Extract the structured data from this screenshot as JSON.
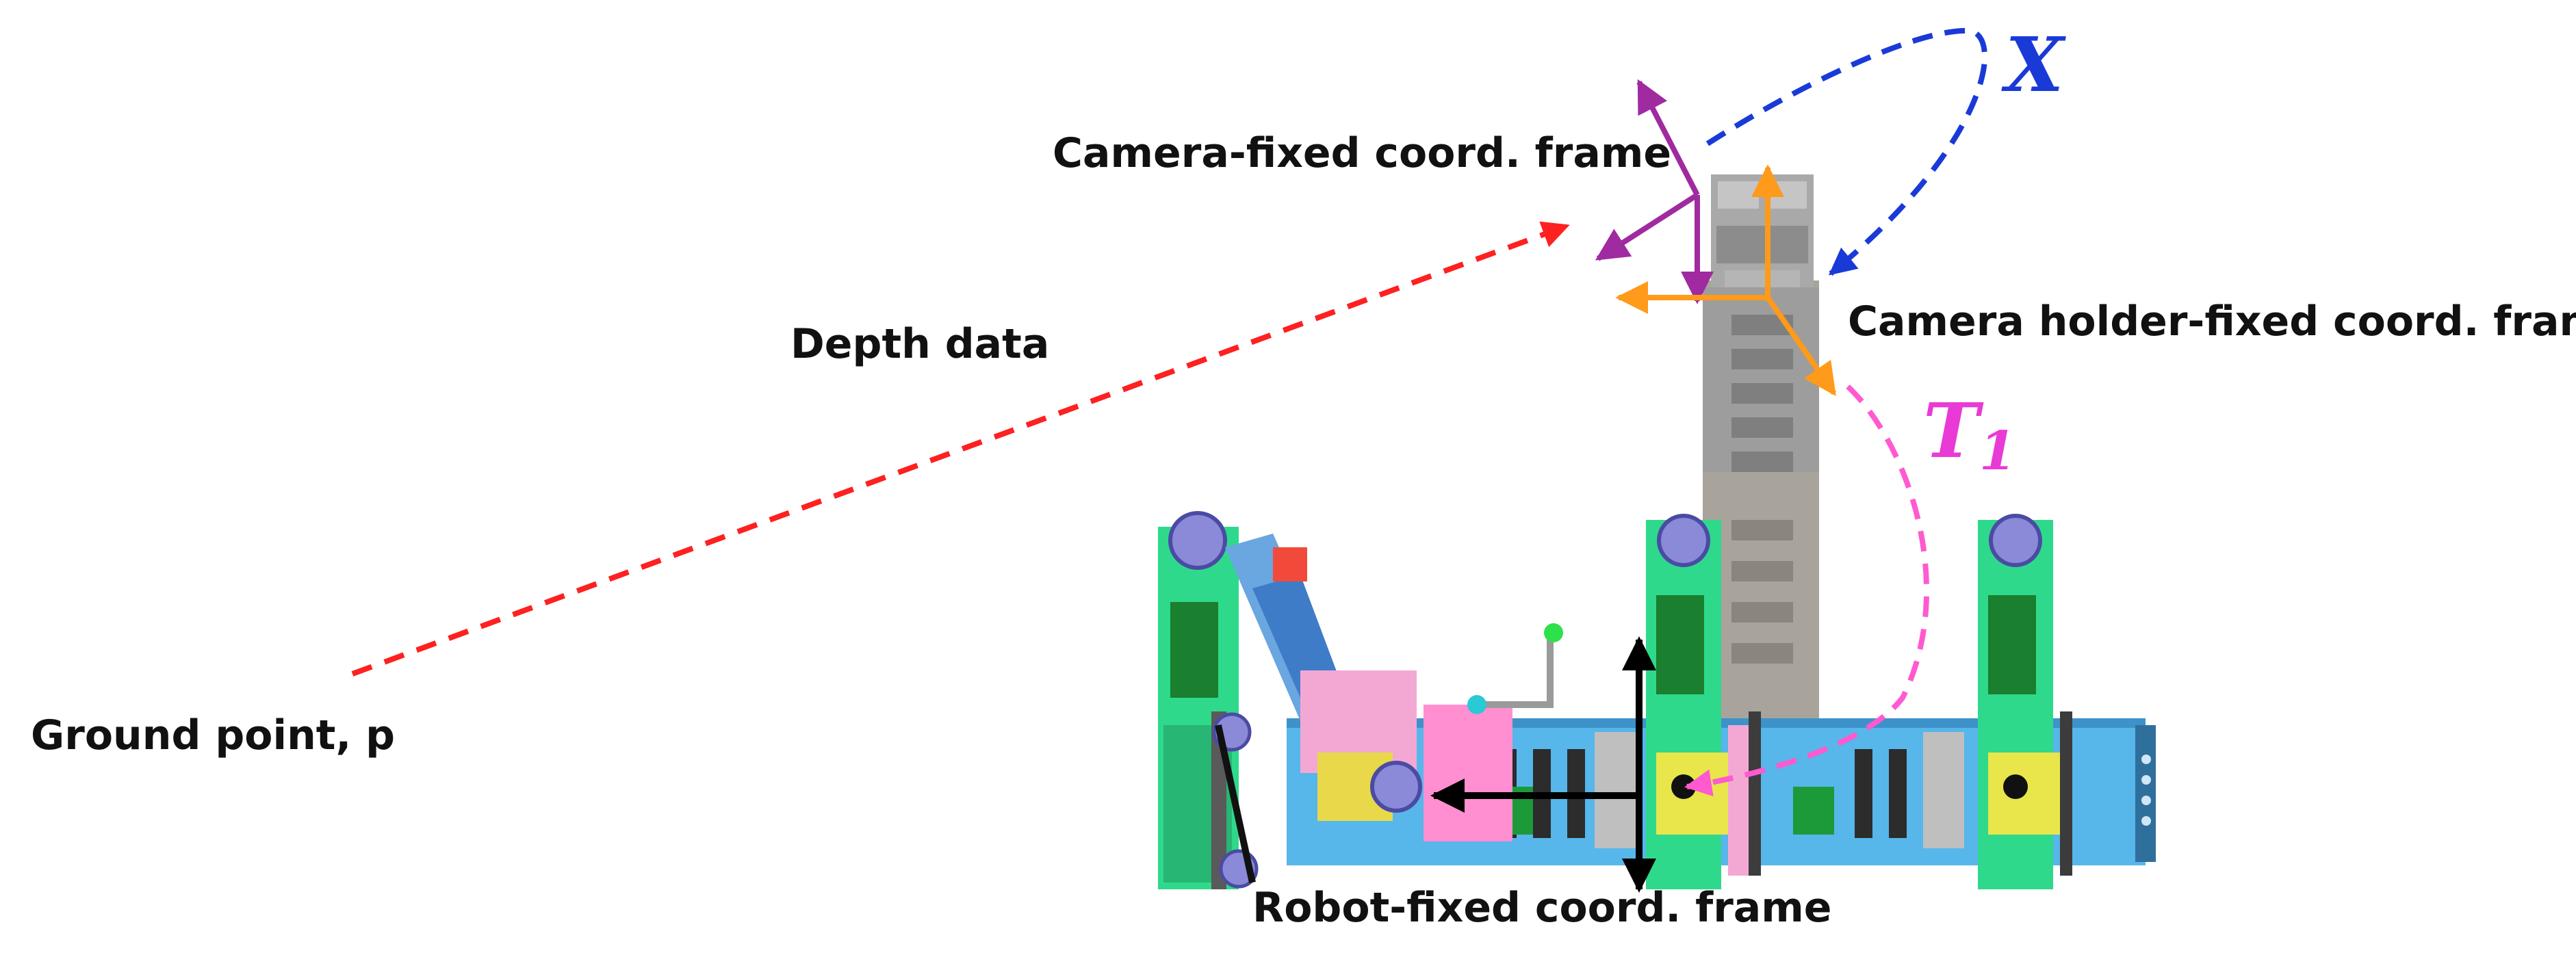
{
  "labels": {
    "camera_frame": "Camera-fixed coord. frame",
    "holder_frame": "Camera holder-fixed coord. frame",
    "depth_data": "Depth data",
    "ground_point": "Ground point, p",
    "robot_frame": "Robot-fixed coord. frame",
    "transform_x": "X",
    "transform_t1_symbol": "T",
    "transform_t1_sub": "1"
  },
  "colors": {
    "depth_ray": "#ff2020",
    "camera_axes": "#a02aa0",
    "holder_axes": "#ff9a1a",
    "transform_x": "#1a3ad8",
    "transform_t1": "#ff5ad0",
    "robot_axes": "#000000",
    "robot_frame_green": "#2fd98c",
    "robot_blue": "#57b6ea",
    "mast_gray": "#a8a49c"
  }
}
